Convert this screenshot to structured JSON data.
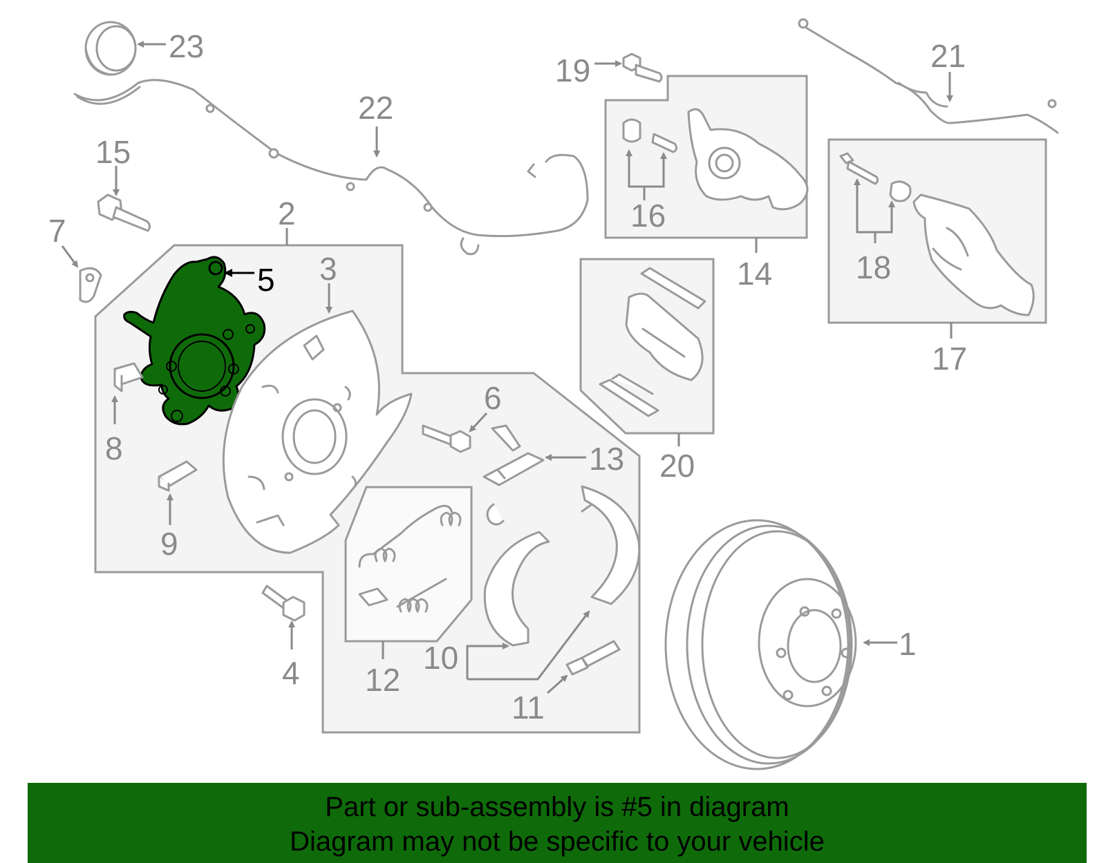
{
  "highlight_color": "#0f6b0a",
  "highlighted_part": "5",
  "callouts": {
    "c1": "1",
    "c2": "2",
    "c3": "3",
    "c4": "4",
    "c5": "5",
    "c6": "6",
    "c7": "7",
    "c8": "8",
    "c9": "9",
    "c10": "10",
    "c11": "11",
    "c12": "12",
    "c13": "13",
    "c14": "14",
    "c15": "15",
    "c16": "16",
    "c17": "17",
    "c18": "18",
    "c19": "19",
    "c20": "20",
    "c21": "21",
    "c22": "22",
    "c23": "23"
  },
  "banner": {
    "line1": "Part or sub-assembly is #5 in diagram",
    "line2": "Diagram may not be specific to your vehicle"
  }
}
